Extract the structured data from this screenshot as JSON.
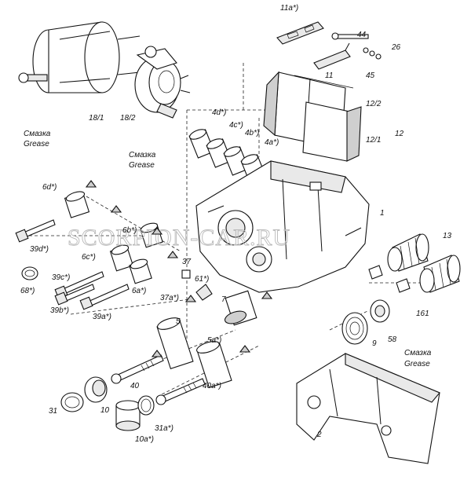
{
  "watermark": "SCORPION-CAR.RU",
  "notes": {
    "grease_1_ru": "Смазка",
    "grease_1_en": "Grease",
    "grease_2_ru": "Смазка",
    "grease_2_en": "Grease",
    "grease_3_ru": "Смазка",
    "grease_3_en": "Grease"
  },
  "labels": {
    "l11a": "11a*)",
    "l44": "44",
    "l26": "26",
    "l11": "11",
    "l45": "45",
    "l12_2": "12/2",
    "l12": "12",
    "l12_1": "12/1",
    "l18_1": "18/1",
    "l18_2": "18/2",
    "l4d": "4d*)",
    "l4c": "4c*)",
    "l4b": "4b*)",
    "l4a": "4a*)",
    "l6d": "6d*)",
    "l1": "1",
    "l13": "13",
    "l6b": "6b*)",
    "l39d": "39d*)",
    "l6c": "6c*)",
    "l37": "37",
    "l39c": "39c*)",
    "l61": "61*)",
    "l68": "68*)",
    "l6a": "6a*)",
    "l37a": "37a*)",
    "l7": "7",
    "l39b": "39b*)",
    "l39a": "39a*)",
    "l161": "161",
    "l5": "5",
    "l9": "9",
    "l58": "58",
    "l5a": "5a*)",
    "l40": "40",
    "l40a": "40a*)",
    "l31": "31",
    "l10": "10",
    "l31a": "31a*)",
    "l10a": "10a*)",
    "l2": "2"
  }
}
